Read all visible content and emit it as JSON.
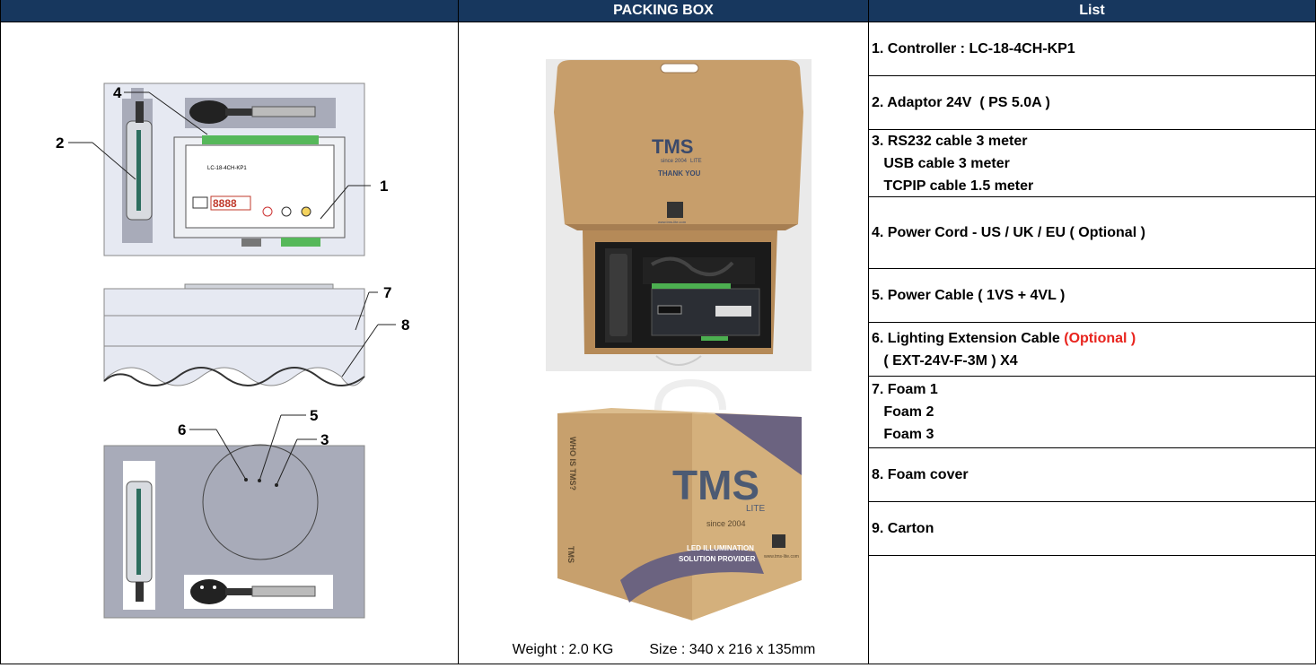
{
  "headers": {
    "left": "",
    "middle": "PACKING BOX",
    "right": "List"
  },
  "callouts": [
    "1",
    "2",
    "3",
    "4",
    "5",
    "6",
    "7",
    "8"
  ],
  "controller_label": "LC-18-4CH-KP1",
  "display_digits": "8888",
  "box": {
    "brand": "TMS",
    "brand_sub": "LITE",
    "since": "since 2004",
    "website": "www.tms-lite.com",
    "thank_you": "THANK YOU",
    "side_text": "WHO IS TMS?",
    "slogan_line1": "LED ILLUMINATION",
    "slogan_line2": "SOLUTION PROVIDER"
  },
  "footer": {
    "weight": "Weight : 2.0 KG",
    "size": "Size : 340 x 216 x 135mm"
  },
  "list": [
    {
      "lines": [
        {
          "text": "1. Controller : LC-18-4CH-KP1"
        }
      ]
    },
    {
      "lines": [
        {
          "text": "2. Adaptor 24V  ( PS 5.0A )"
        }
      ]
    },
    {
      "lines": [
        {
          "text": "3. RS232 cable 3 meter"
        },
        {
          "text": "   USB cable 3 meter"
        },
        {
          "text": "   TCPIP cable 1.5 meter"
        }
      ]
    },
    {
      "lines": [
        {
          "text": "4. Power Cord - US / UK / EU ( Optional )"
        }
      ]
    },
    {
      "lines": [
        {
          "text": "5. Power Cable ( 1VS + 4VL )"
        }
      ]
    },
    {
      "lines": [
        {
          "text": "6. Lighting Extension Cable ",
          "highlight": "(Optional )"
        },
        {
          "text": "   ( EXT-24V-F-3M ) X4"
        }
      ]
    },
    {
      "lines": [
        {
          "text": "7. Foam 1"
        },
        {
          "text": "   Foam 2"
        },
        {
          "text": "   Foam 3"
        }
      ]
    },
    {
      "lines": [
        {
          "text": "8. Foam cover"
        }
      ]
    },
    {
      "lines": [
        {
          "text": "9. Carton"
        }
      ]
    }
  ],
  "colors": {
    "header_bg": "#17375e",
    "header_text": "#ffffff",
    "optional": "#e8231d",
    "foam": "#e6e9f2",
    "foam_dark": "#a8abb9"
  }
}
